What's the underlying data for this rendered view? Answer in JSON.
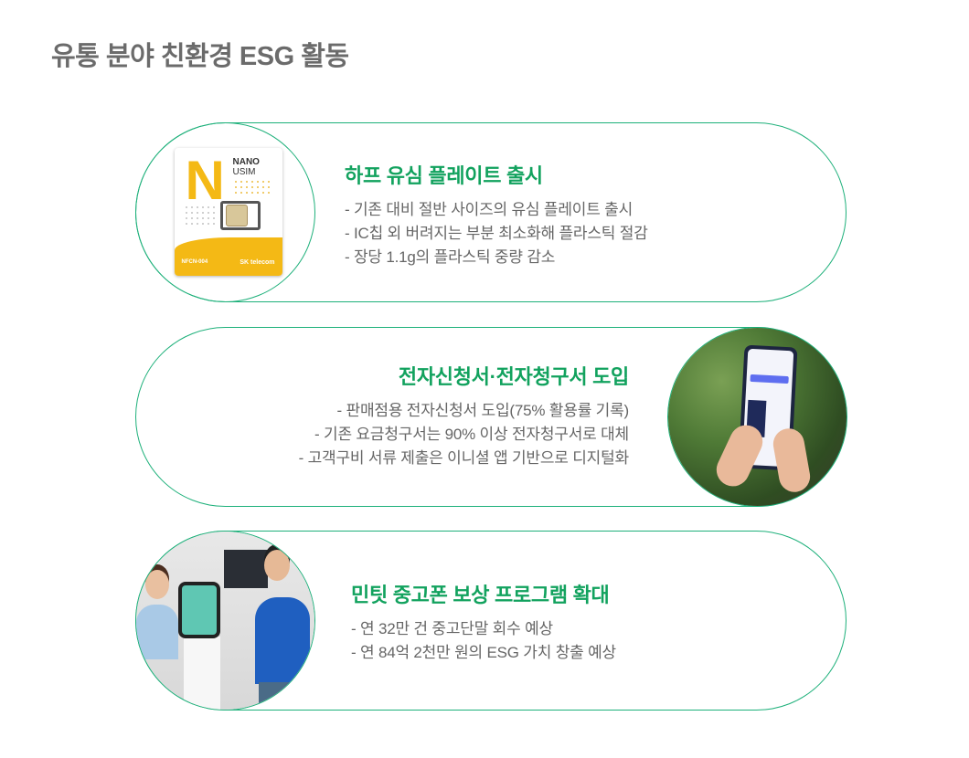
{
  "page": {
    "title": "유통 분야 친환경 ESG 활동"
  },
  "theme": {
    "accent_green": "#12a25e",
    "border_green": "#1db07a",
    "body_gray": "#666666",
    "title_gray": "#6b6b6b"
  },
  "items": [
    {
      "image": "nano-usim-card",
      "image_position": "left",
      "heading": "하프 유심 플레이트 출시",
      "bullets": [
        "- 기존 대비 절반 사이즈의 유심 플레이트 출시",
        "- IC칩 외 버려지는 부분 최소화해 플라스틱 절감",
        "- 장당 1.1g의 플라스틱 중량 감소"
      ],
      "usim_card": {
        "letter": "N",
        "label_line1": "NANO",
        "label_line2": "USIM",
        "code": "NFCN-004",
        "brand": "SK telecom"
      }
    },
    {
      "image": "hand-holding-smartphone",
      "image_position": "right",
      "heading": "전자신청서·전자청구서 도입",
      "bullets": [
        "- 판매점용 전자신청서 도입(75% 활용률 기록)",
        "- 기존 요금청구서는 90% 이상 전자청구서로 대체",
        "- 고객구비 서류 제출은 이니셜 앱 기반으로 디지털화"
      ]
    },
    {
      "image": "store-kiosk-staff",
      "image_position": "left",
      "heading": "민팃 중고폰 보상 프로그램 확대",
      "bullets": [
        "- 연 32만 건 중고단말 회수 예상",
        "- 연 84억 2천만 원의 ESG 가치 창출 예상"
      ]
    }
  ]
}
